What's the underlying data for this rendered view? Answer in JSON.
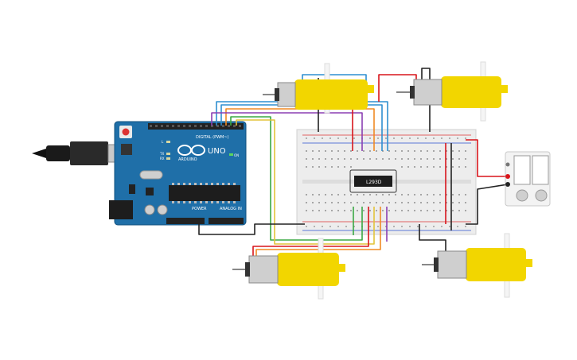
{
  "arduino": {
    "model_label": "UNO",
    "brand_label": "ARDUINO",
    "digital_label": "DIGITAL (PWM~)",
    "power_label": "POWER",
    "analog_label": "ANALOG IN",
    "on_label": "ON",
    "led_l_label": "L",
    "led_tx_label": "TX",
    "led_rx_label": "RX"
  },
  "driver_chip": {
    "label": "L293D"
  },
  "colors": {
    "arduino_board": "#1f6fa8",
    "motor_body": "#f2d600",
    "wire_red": "#d8151b",
    "wire_black": "#222222",
    "wire_blue": "#2f8fd0",
    "wire_green": "#3aa843",
    "wire_orange": "#f08a24",
    "wire_purple": "#8b3fb3",
    "wire_yellow": "#e3c43a",
    "breadboard": "#ededed"
  },
  "components": [
    "arduino-uno",
    "breadboard",
    "l293d-driver",
    "dc-motor",
    "dc-motor",
    "dc-motor",
    "dc-motor",
    "battery-pack"
  ]
}
